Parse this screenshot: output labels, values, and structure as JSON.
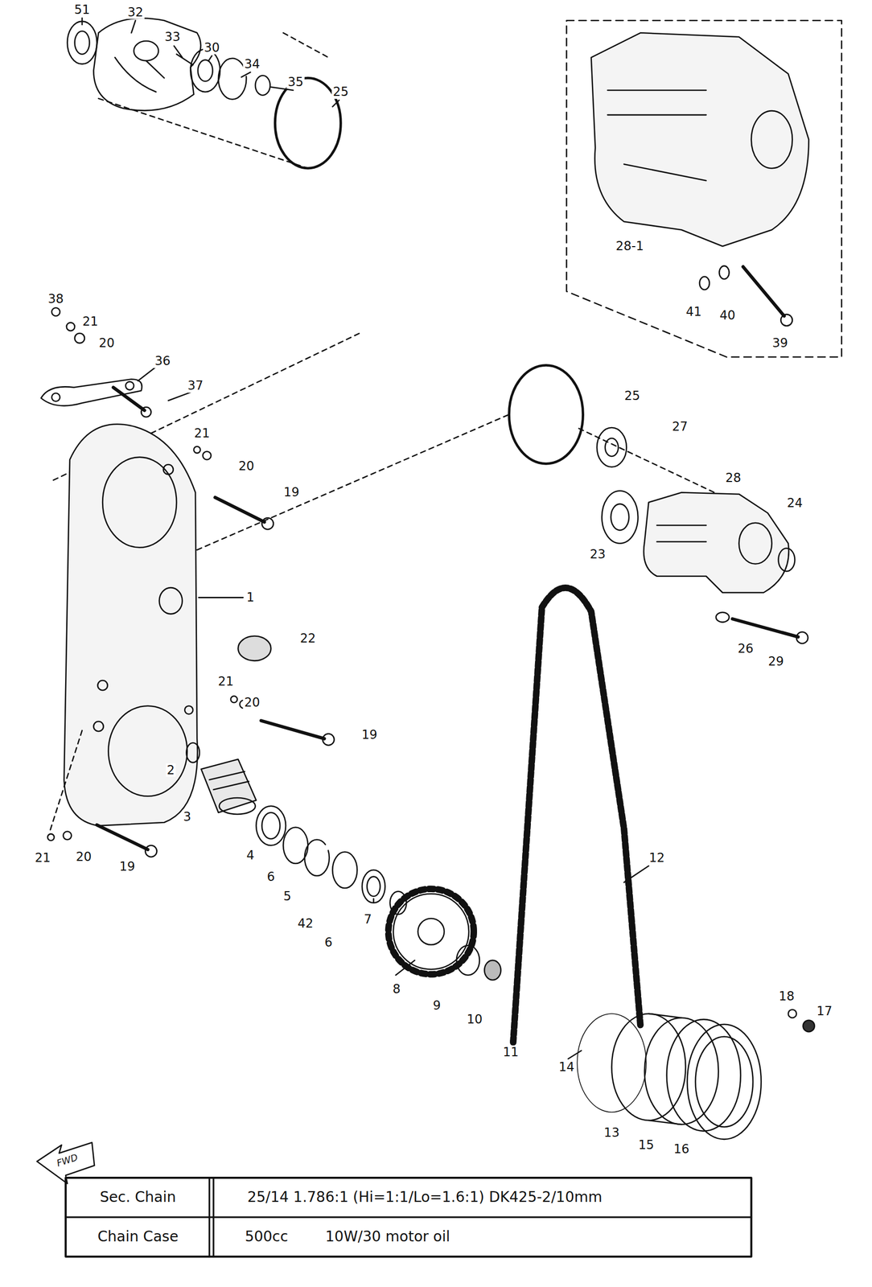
{
  "diagram": {
    "labels": [
      "51",
      "32",
      "33",
      "30",
      "34",
      "35",
      "25",
      "38",
      "21",
      "20",
      "36",
      "37",
      "21",
      "20",
      "19",
      "1",
      "22",
      "21",
      "20",
      "19",
      "21",
      "20",
      "19",
      "2",
      "3",
      "4",
      "6",
      "5",
      "42",
      "6",
      "7",
      "8",
      "9",
      "10",
      "11",
      "12",
      "14",
      "13",
      "15",
      "16",
      "18",
      "17",
      "25",
      "27",
      "28",
      "24",
      "23",
      "26",
      "29",
      "28-1",
      "41",
      "40",
      "39",
      "FWD",
      "Sec. Chain",
      "25/14 1.786:1 (Hi=1:1/Lo=1.6:1) DK425-2/10mm",
      "Chain Case",
      "500cc",
      "10W/30 motor oil"
    ]
  }
}
